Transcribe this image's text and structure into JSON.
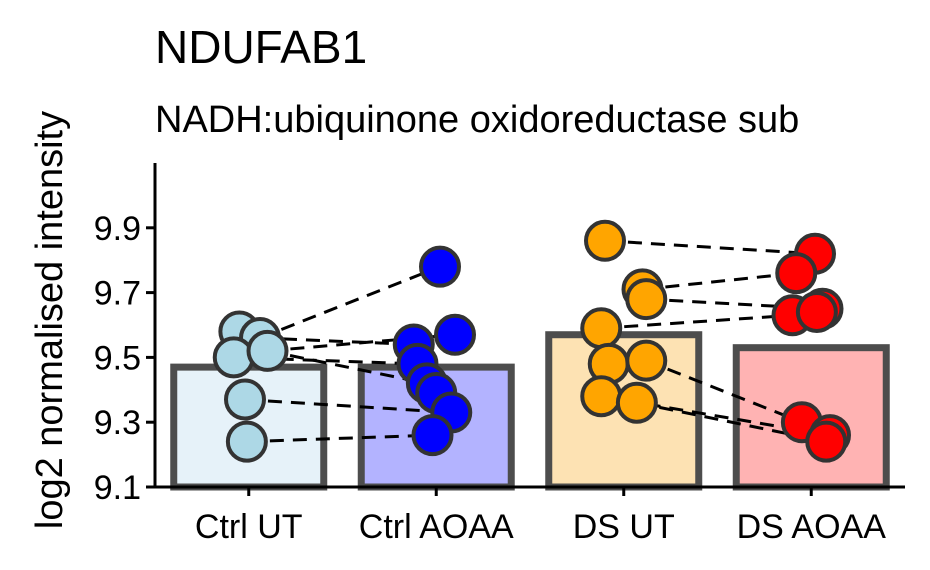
{
  "chart_data": {
    "type": "bar",
    "title": "NDUFAB1",
    "subtitle": "NADH:ubiquinone oxidoreductase sub",
    "ylabel": "log2 normalised intensity",
    "xlabel": "",
    "ylim": [
      9.1,
      10.1
    ],
    "yticks": [
      "9.1",
      "9.3",
      "9.5",
      "9.7",
      "9.9"
    ],
    "categories": [
      "Ctrl UT",
      "Ctrl AOAA",
      "DS UT",
      "DS AOAA"
    ],
    "values": [
      9.47,
      9.47,
      9.57,
      9.53
    ],
    "bar_fill_colors": [
      "#e6f2f9",
      "#b3b3ff",
      "#fde2b3",
      "#ffb3b3"
    ],
    "point_colors": [
      "#add8e6",
      "#0000ff",
      "#ffa500",
      "#ff0000"
    ],
    "points": [
      [
        {
          "x": -0.05,
          "y": 9.58
        },
        {
          "x": 0.06,
          "y": 9.56
        },
        {
          "x": -0.08,
          "y": 9.5
        },
        {
          "x": 0.1,
          "y": 9.52
        },
        {
          "x": -0.02,
          "y": 9.37
        },
        {
          "x": -0.01,
          "y": 9.24
        }
      ],
      [
        {
          "x": 0.02,
          "y": 9.78
        },
        {
          "x": 0.1,
          "y": 9.57
        },
        {
          "x": -0.12,
          "y": 9.54
        },
        {
          "x": -0.1,
          "y": 9.48
        },
        {
          "x": -0.05,
          "y": 9.42
        },
        {
          "x": 0.0,
          "y": 9.39
        },
        {
          "x": 0.08,
          "y": 9.33
        },
        {
          "x": -0.02,
          "y": 9.26
        }
      ],
      [
        {
          "x": -0.1,
          "y": 9.86
        },
        {
          "x": 0.1,
          "y": 9.71
        },
        {
          "x": 0.12,
          "y": 9.68
        },
        {
          "x": -0.12,
          "y": 9.59
        },
        {
          "x": -0.08,
          "y": 9.48
        },
        {
          "x": 0.12,
          "y": 9.49
        },
        {
          "x": -0.12,
          "y": 9.38
        },
        {
          "x": 0.07,
          "y": 9.36
        }
      ],
      [
        {
          "x": 0.02,
          "y": 9.82
        },
        {
          "x": -0.08,
          "y": 9.76
        },
        {
          "x": 0.06,
          "y": 9.65
        },
        {
          "x": -0.1,
          "y": 9.63
        },
        {
          "x": 0.03,
          "y": 9.64
        },
        {
          "x": -0.05,
          "y": 9.3
        },
        {
          "x": 0.1,
          "y": 9.26
        },
        {
          "x": 0.08,
          "y": 9.24
        }
      ]
    ],
    "paired_lines": [
      {
        "from": [
          0,
          1
        ],
        "to": [
          1,
          0
        ]
      },
      {
        "from": [
          0,
          1
        ],
        "to": [
          1,
          2
        ]
      },
      {
        "from": [
          0,
          3
        ],
        "to": [
          1,
          1
        ]
      },
      {
        "from": [
          0,
          2
        ],
        "to": [
          1,
          3
        ]
      },
      {
        "from": [
          0,
          3
        ],
        "to": [
          1,
          4
        ]
      },
      {
        "from": [
          0,
          4
        ],
        "to": [
          1,
          6
        ]
      },
      {
        "from": [
          0,
          5
        ],
        "to": [
          1,
          7
        ]
      },
      {
        "from": [
          2,
          0
        ],
        "to": [
          3,
          0
        ]
      },
      {
        "from": [
          2,
          1
        ],
        "to": [
          3,
          1
        ]
      },
      {
        "from": [
          2,
          2
        ],
        "to": [
          3,
          2
        ]
      },
      {
        "from": [
          2,
          3
        ],
        "to": [
          3,
          3
        ]
      },
      {
        "from": [
          2,
          5
        ],
        "to": [
          3,
          5
        ]
      },
      {
        "from": [
          2,
          6
        ],
        "to": [
          3,
          6
        ]
      },
      {
        "from": [
          2,
          7
        ],
        "to": [
          3,
          7
        ]
      }
    ],
    "grid": false,
    "legend": "none"
  }
}
